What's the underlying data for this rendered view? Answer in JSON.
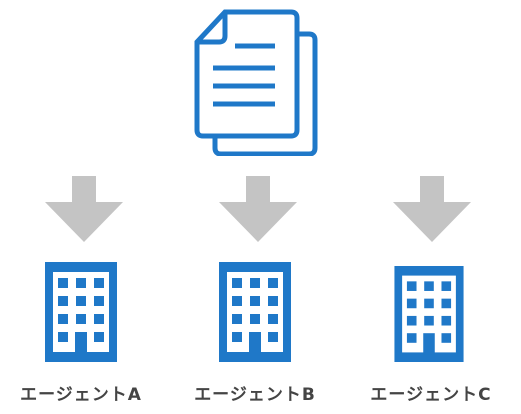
{
  "colors": {
    "icon_blue": "#1f78c8",
    "arrow_gray": "#c4c4c4",
    "label_text": "#444444"
  },
  "icons": {
    "document": "document-copies-icon",
    "arrow": "arrow-down-icon",
    "building": "office-building-icon"
  },
  "agents": [
    {
      "label": "エージェントA"
    },
    {
      "label": "エージェントB"
    },
    {
      "label": "エージェントC"
    }
  ]
}
